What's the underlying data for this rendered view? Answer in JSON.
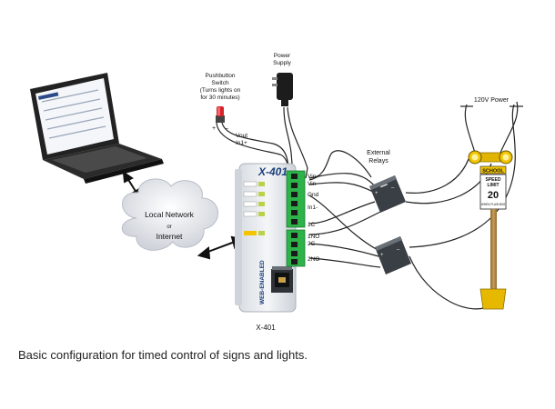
{
  "labels": {
    "pushbutton": [
      "Pushbutton",
      "Switch",
      "(Turns lights on",
      "for 30 minutes)"
    ],
    "power_supply": [
      "Power",
      "Supply"
    ],
    "external_relays": [
      "External",
      "Relays"
    ],
    "power_120v": "120V Power",
    "local_network": [
      "Local Network",
      "or",
      "Internet"
    ],
    "device_name": "X-401",
    "device_logo": "X-401",
    "device_side_text": "WEB-ENABLED",
    "terminals": {
      "vout": "Vout",
      "in1_plus_top": "In1+",
      "vin_plus": "Vin+",
      "vin_minus": "Vin-",
      "gnd": "Gnd",
      "in1_minus": "In1-",
      "c1": "1C",
      "no1": "1NO",
      "c2": "2C",
      "no2": "2NO"
    },
    "sign": {
      "school": "SCHOOL",
      "speed": "SPEED",
      "limit": "LIMIT",
      "number": "20",
      "note": "WHEN FLASHING"
    }
  },
  "caption": "Basic configuration for timed control of signs and lights.",
  "colors": {
    "terminal_green": "#2db34a",
    "relay_dark": "#3a3f45",
    "sign_yellow": "#f2c500",
    "pole_tan": "#b58c4a",
    "cloud_grey": "#e6e8ec",
    "device_grey": "#e9ecef"
  }
}
